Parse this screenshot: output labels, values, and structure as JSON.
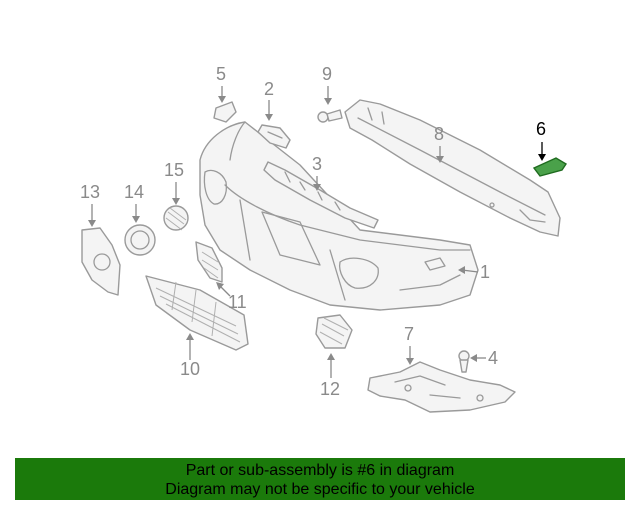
{
  "diagram": {
    "callouts": {
      "c1": "1",
      "c2": "2",
      "c3": "3",
      "c4": "4",
      "c5": "5",
      "c6": "6",
      "c7": "7",
      "c8": "8",
      "c9": "9",
      "c10": "10",
      "c11": "11",
      "c12": "12",
      "c13": "13",
      "c14": "14",
      "c15": "15"
    },
    "highlighted_callout": "6",
    "colors": {
      "highlight_part": "#4aa14a",
      "banner_bg": "#1b7a0b",
      "line_gray": "#9a9a9a"
    }
  },
  "banner": {
    "line1": "Part or sub-assembly is #6 in diagram",
    "line2": "Diagram may not be specific to your vehicle"
  }
}
